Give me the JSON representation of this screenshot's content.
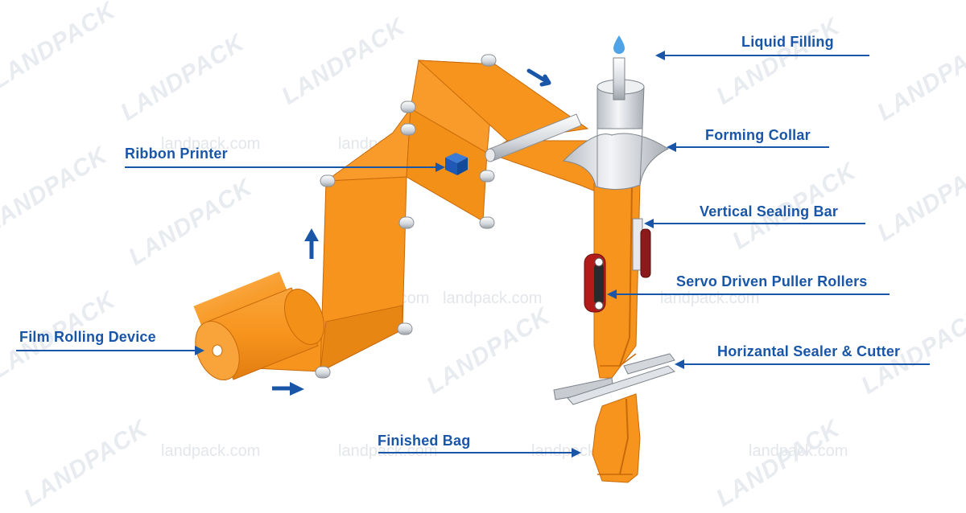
{
  "labels": {
    "liquid_filling": "Liquid Filling",
    "forming_collar": "Forming Collar",
    "ribbon_printer": "Ribbon Printer",
    "vertical_sealing_bar": "Vertical Sealing Bar",
    "servo_puller_rollers": "Servo Driven Puller Rollers",
    "film_rolling_device": "Film Rolling  Device",
    "horizontal_sealer_cutter": "Horizantal Sealer & Cutter",
    "finished_bag": "Finished Bag"
  },
  "watermark": {
    "logo": "LANDPACK",
    "site": "landpack.com"
  },
  "colors": {
    "film": "#f7941d",
    "film_dark": "#e07d10",
    "label_text": "#1a56a8",
    "arrow": "#1a56a8",
    "metal": "#d9dde2",
    "roller_red": "#b31b1b"
  }
}
